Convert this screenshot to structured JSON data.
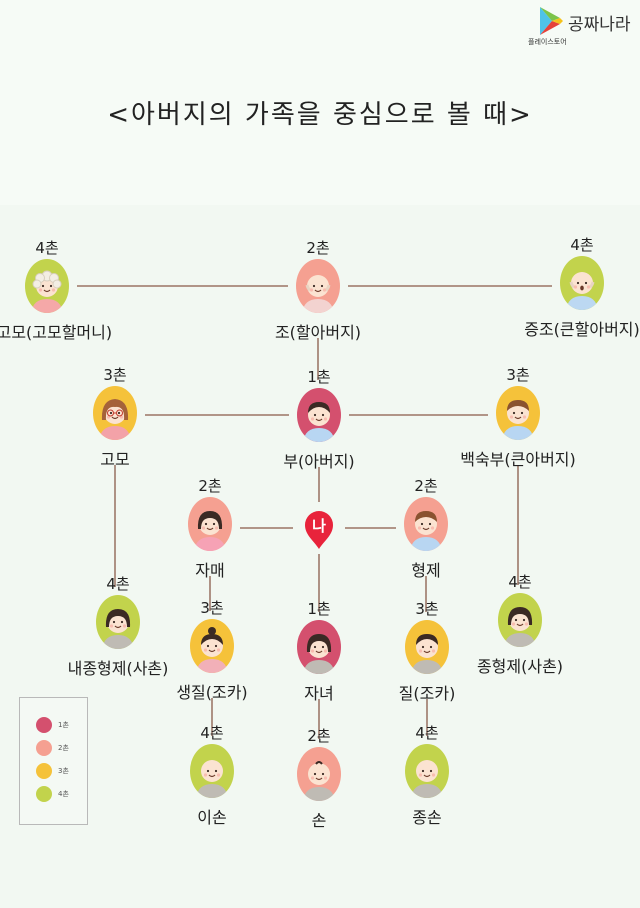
{
  "brand": {
    "name": "공짜나라",
    "subtitle": "플레이스토어",
    "logo_icon": "play-store-icon"
  },
  "title": "<아버지의 가족을 중심으로 볼 때>",
  "colors": {
    "degree_1": "#d4506e",
    "degree_2": "#f5a091",
    "degree_3": "#f5c23a",
    "degree_4": "#c2d34c",
    "line": "#8a5a4a",
    "pin": "#e8233b"
  },
  "center": {
    "label": "나"
  },
  "nodes": [
    {
      "id": "daegomo",
      "degree": "4촌",
      "label": "대고모(고모할머니)",
      "level": 4
    },
    {
      "id": "jo",
      "degree": "2촌",
      "label": "조(할아버지)",
      "level": 2
    },
    {
      "id": "jeungjo",
      "degree": "4촌",
      "label": "증조(큰할아버지)",
      "level": 4
    },
    {
      "id": "gomo",
      "degree": "3촌",
      "label": "고모",
      "level": 3
    },
    {
      "id": "bu",
      "degree": "1촌",
      "label": "부(아버지)",
      "level": 1
    },
    {
      "id": "baeksukbu",
      "degree": "3촌",
      "label": "백숙부(큰아버지)",
      "level": 3
    },
    {
      "id": "jamae",
      "degree": "2촌",
      "label": "자매",
      "level": 2
    },
    {
      "id": "hyeongje",
      "degree": "2촌",
      "label": "형제",
      "level": 2
    },
    {
      "id": "naejong",
      "degree": "4촌",
      "label": "내종형제(사촌)",
      "level": 4
    },
    {
      "id": "saengjil",
      "degree": "3촌",
      "label": "생질(조카)",
      "level": 3
    },
    {
      "id": "janyeo",
      "degree": "1촌",
      "label": "자녀",
      "level": 1
    },
    {
      "id": "jil",
      "degree": "3촌",
      "label": "질(조카)",
      "level": 3
    },
    {
      "id": "jonghyeongje",
      "degree": "4촌",
      "label": "종형제(사촌)",
      "level": 4
    },
    {
      "id": "ison",
      "degree": "4촌",
      "label": "이손",
      "level": 4
    },
    {
      "id": "son",
      "degree": "2촌",
      "label": "손",
      "level": 2
    },
    {
      "id": "jongson",
      "degree": "4촌",
      "label": "종손",
      "level": 4
    }
  ],
  "legend": [
    {
      "label": "1촌",
      "level": 1
    },
    {
      "label": "2촌",
      "level": 2
    },
    {
      "label": "3촌",
      "level": 3
    },
    {
      "label": "4촌",
      "level": 4
    }
  ]
}
